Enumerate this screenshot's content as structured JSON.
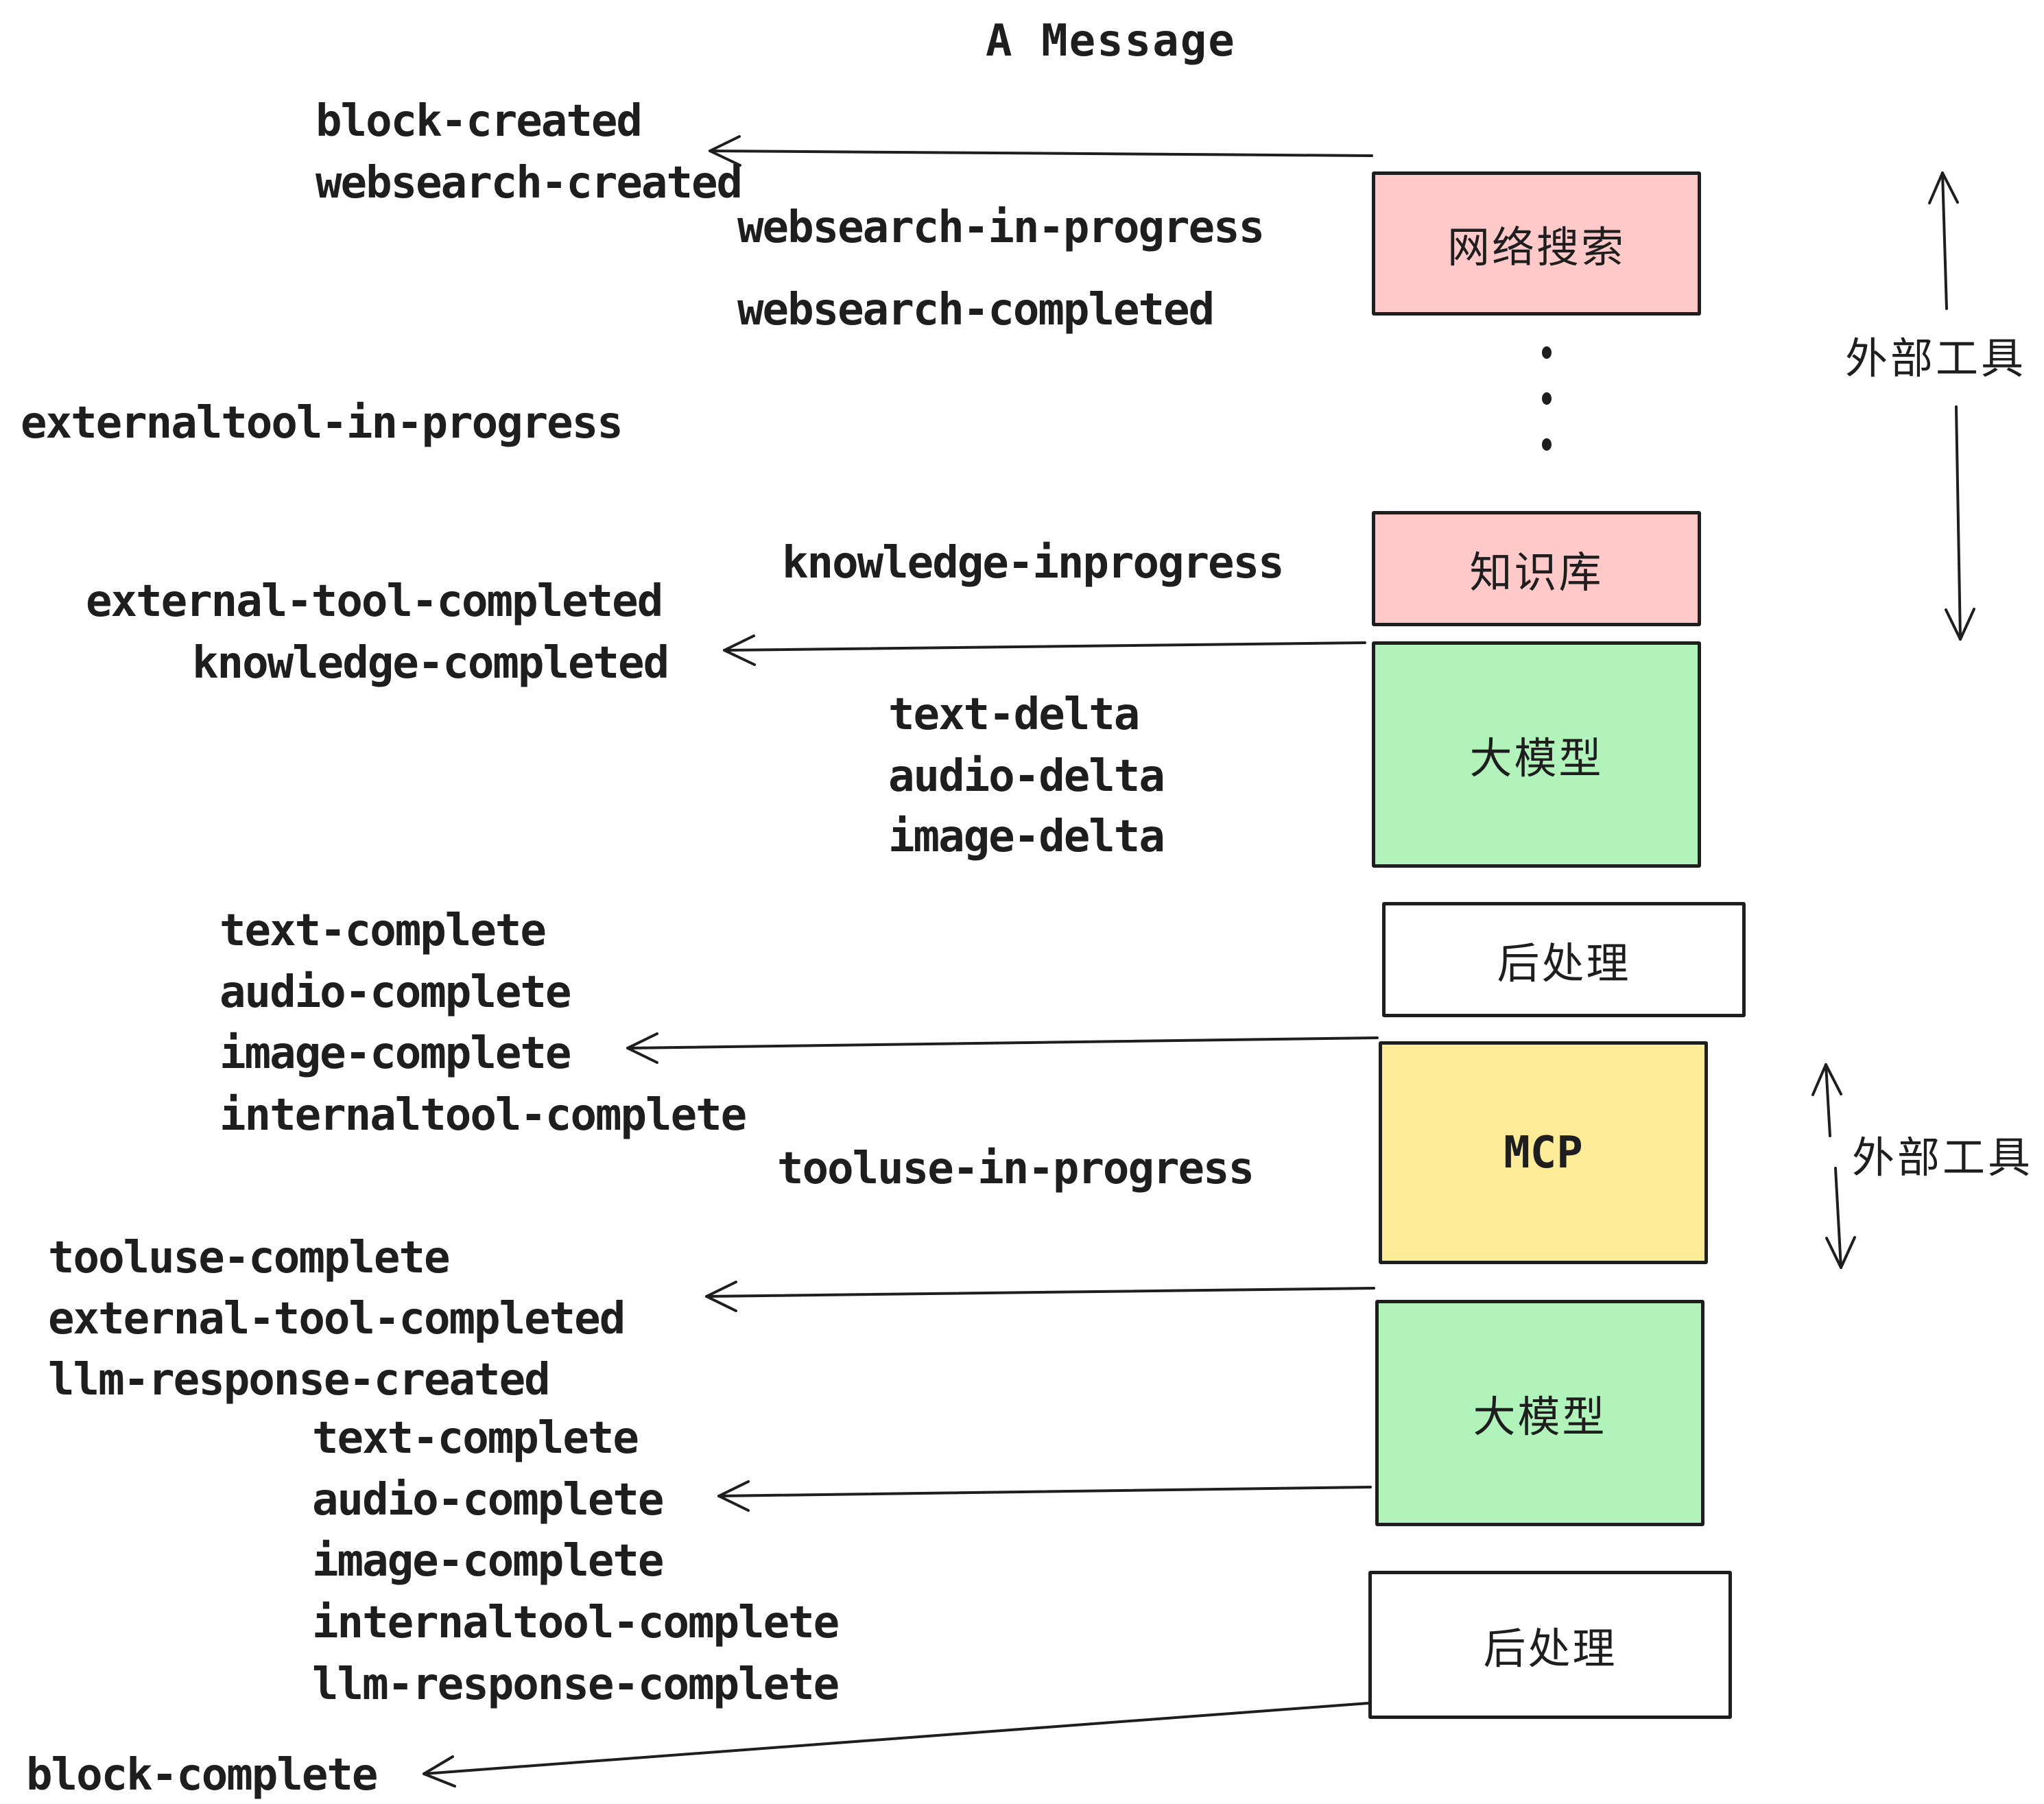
{
  "title": "A Message",
  "colors": {
    "pink": "#ffc9c9",
    "green": "#b2f2bb",
    "yellow": "#ffec99",
    "white": "#ffffff",
    "ink": "#1e1e1e"
  },
  "boxes": [
    {
      "label": "网络搜索",
      "color": "#ffc9c9"
    },
    {
      "label": "知识库",
      "color": "#ffc9c9"
    },
    {
      "label": "大模型",
      "color": "#b2f2bb"
    },
    {
      "label": "后处理",
      "color": "#ffffff"
    },
    {
      "label": "MCP",
      "color": "#ffec99"
    },
    {
      "label": "大模型",
      "color": "#b2f2bb"
    },
    {
      "label": "后处理",
      "color": "#ffffff"
    }
  ],
  "events": [
    {
      "text": "block-created"
    },
    {
      "text": "websearch-created"
    },
    {
      "text": "websearch-in-progress"
    },
    {
      "text": "websearch-completed"
    },
    {
      "text": "externaltool-in-progress"
    },
    {
      "text": "knowledge-inprogress"
    },
    {
      "text": "external-tool-completed"
    },
    {
      "text": "knowledge-completed"
    },
    {
      "text": "text-delta"
    },
    {
      "text": "audio-delta"
    },
    {
      "text": "image-delta"
    },
    {
      "text": "text-complete"
    },
    {
      "text": "audio-complete"
    },
    {
      "text": "image-complete"
    },
    {
      "text": "internaltool-complete"
    },
    {
      "text": "tooluse-in-progress"
    },
    {
      "text": "tooluse-complete"
    },
    {
      "text": "external-tool-completed"
    },
    {
      "text": "llm-response-created"
    },
    {
      "text": "text-complete"
    },
    {
      "text": "audio-complete"
    },
    {
      "text": "image-complete"
    },
    {
      "text": "internaltool-complete"
    },
    {
      "text": "llm-response-complete"
    },
    {
      "text": "block-complete"
    }
  ],
  "side_labels": [
    {
      "text": "外部工具"
    },
    {
      "text": "外部工具"
    }
  ]
}
